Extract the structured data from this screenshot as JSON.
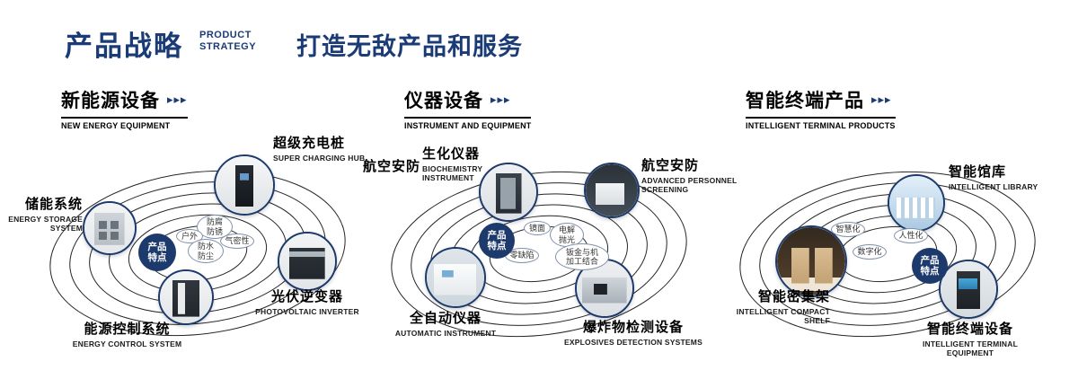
{
  "header": {
    "title_cn": "产品战略",
    "title_en_line1": "PRODUCT",
    "title_en_line2": "STRATEGY",
    "slogan": "打造无敌产品和服务"
  },
  "icons": {
    "triple_arrow": "▸▸▸"
  },
  "badge_label": "产品特点",
  "colors": {
    "navy": "#1d3a6c",
    "heading_blue": "#1a3b76"
  },
  "sections": [
    {
      "title_cn": "新能源设备",
      "title_en": "NEW ENERGY EQUIPMENT",
      "tags": [
        "防腐防锈",
        "户外",
        "气密性",
        "防水防尘"
      ],
      "products": [
        {
          "cn": "储能系统",
          "en": "ENERGY STORAGE SYSTEM"
        },
        {
          "cn": "超级充电桩",
          "en": "SUPER CHARGING HUB"
        },
        {
          "cn": "光伏逆变器",
          "en": "PHOTOVOLTAIC INVERTER"
        },
        {
          "cn": "能源控制系统",
          "en": "ENERGY CONTROL SYSTEM"
        }
      ]
    },
    {
      "title_cn": "仪器设备",
      "title_en": "INSTRUMENT AND EQUIPMENT",
      "aviation_label": "航空安防",
      "tags": [
        "镜面",
        "电解抛光",
        "零缺陷",
        "钣金与机加工结合"
      ],
      "products": [
        {
          "cn": "生化仪器",
          "en": "BIOCHEMISTRY INSTRUMENT"
        },
        {
          "cn": "航空安防",
          "en": "ADVANCED PERSONNEL SCREENING"
        },
        {
          "cn": "全自动仪器",
          "en": "AUTOMATIC INSTRUMENT"
        },
        {
          "cn": "爆炸物检测设备",
          "en": "EXPLOSIVES DETECTION SYSTEMS"
        }
      ]
    },
    {
      "title_cn": "智能终端产品",
      "title_en": "INTELLIGENT TERMINAL PRODUCTS",
      "tags": [
        "智慧化",
        "人性化",
        "数字化"
      ],
      "products": [
        {
          "cn": "智能馆库",
          "en": "INTELLIGENT LIBRARY"
        },
        {
          "cn": "智能密集架",
          "en": "INTELLIGENT COMPACT SHELF"
        },
        {
          "cn": "智能终端设备",
          "en": "INTELLIGENT TERMINAL EQUIPMENT"
        }
      ]
    }
  ]
}
